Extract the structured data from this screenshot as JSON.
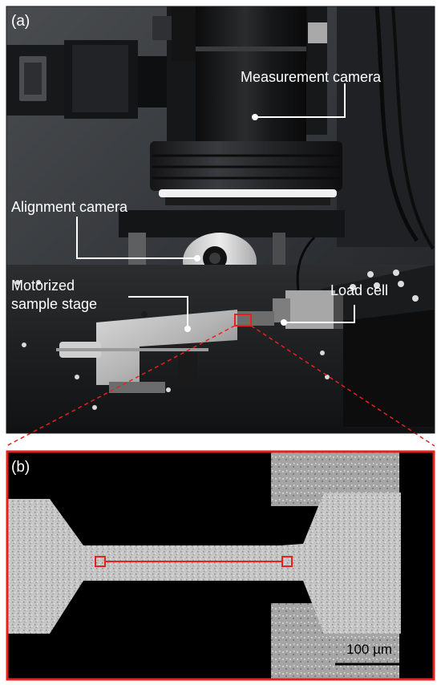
{
  "panel_a": {
    "label": "(a)",
    "callouts": {
      "measurement_camera": "Measurement camera",
      "alignment_camera": "Alignment camera",
      "motorized_stage_line1": "Motorized",
      "motorized_stage_line2": "sample stage",
      "load_cell": "Load cell"
    }
  },
  "panel_b": {
    "label": "(b)",
    "scale_bar": "100 µm"
  },
  "colors": {
    "highlight": "#e8201e",
    "callout": "#ffffff"
  }
}
